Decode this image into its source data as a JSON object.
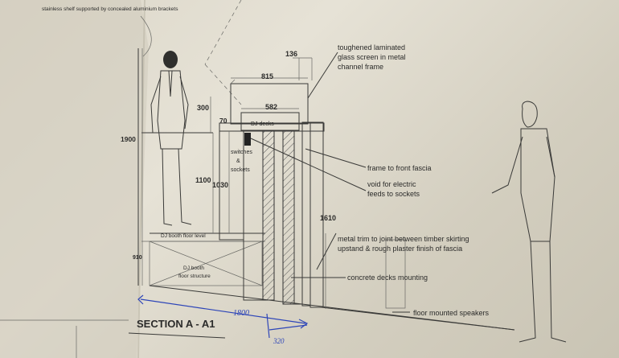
{
  "drawing": {
    "title": "SECTION A - A1",
    "top_note": "stainless shelf supported by concealed aluminium brackets",
    "dimensions": {
      "d136": "136",
      "d815": "815",
      "d582": "582",
      "d300": "300",
      "d70": "70",
      "d1900": "1900",
      "d1100": "1100",
      "d1030": "1030",
      "d1610": "1610",
      "d910": "910",
      "hand_1800": "1800",
      "hand_320": "320"
    },
    "labels": {
      "glass_screen": [
        "toughened laminated",
        "glass screen in metal",
        "channel frame"
      ],
      "dj_decks": "DJ decks",
      "switches": [
        "switches",
        "&",
        "sockets"
      ],
      "frame_fascia": "frame to front fascia",
      "void": [
        "void for electric",
        "feeds to sockets"
      ],
      "metal_trim": [
        "metal trim to joint between timber skirting",
        "upstand & rough plaster finish of fascia"
      ],
      "concrete": "concrete decks mounting",
      "floor_speakers": "floor mounted speakers",
      "booth_floor": "DJ booth floor level",
      "booth_structure": [
        "DJ booth",
        "floor structure"
      ]
    }
  }
}
